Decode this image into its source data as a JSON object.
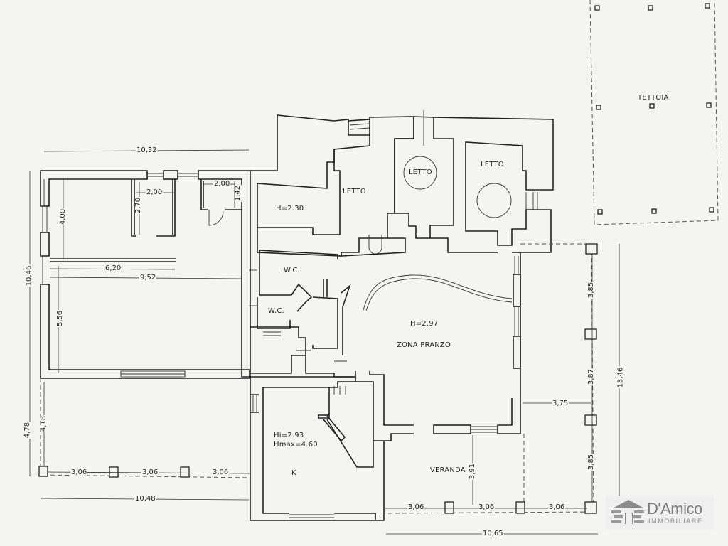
{
  "rooms": {
    "tettoia": "TETTOIA",
    "letto_1": "LETTO",
    "letto_1_height": "H=2.30",
    "letto_2": "LETTO",
    "letto_3": "LETTO",
    "wc_1": "W.C.",
    "wc_2": "W.C.",
    "zona_pranzo_height": "H=2.97",
    "zona_pranzo": "ZONA PRANZO",
    "kitchen_hi": "Hi=2.93",
    "kitchen_hmax": "Hmax=4.60",
    "kitchen": "K",
    "veranda": "VERANDA"
  },
  "dimensions": {
    "top_width": "10,32",
    "left_height_total": "10,46",
    "room_depth": "4,00",
    "closet_width": "2,00",
    "closet_depth": "2,70",
    "storage_width": "2,00",
    "storage_depth": "1,42",
    "inner_width_a": "6,20",
    "inner_width_b": "9,52",
    "living_depth": "5,56",
    "left_portico_outer": "4,78",
    "left_portico_inner": "4,18",
    "left_span_1": "3,06",
    "left_span_2": "3,06",
    "left_span_3": "3,06",
    "left_total": "10,48",
    "veranda_depth": "3,91",
    "right_offset": "3,75",
    "right_span_1": "3,85",
    "right_span_2": "3,87",
    "right_span_3": "3,85",
    "right_total": "13,46",
    "bottom_span_1": "3,06",
    "bottom_span_2": "3,06",
    "bottom_span_3": "3,06",
    "bottom_total": "10,65"
  },
  "logo": {
    "brand": "D'Amico",
    "subtitle": "IMMOBILIARE",
    "color": "#7d7d7d"
  },
  "colors": {
    "background": "#f4f4f3",
    "line": "#222222"
  }
}
